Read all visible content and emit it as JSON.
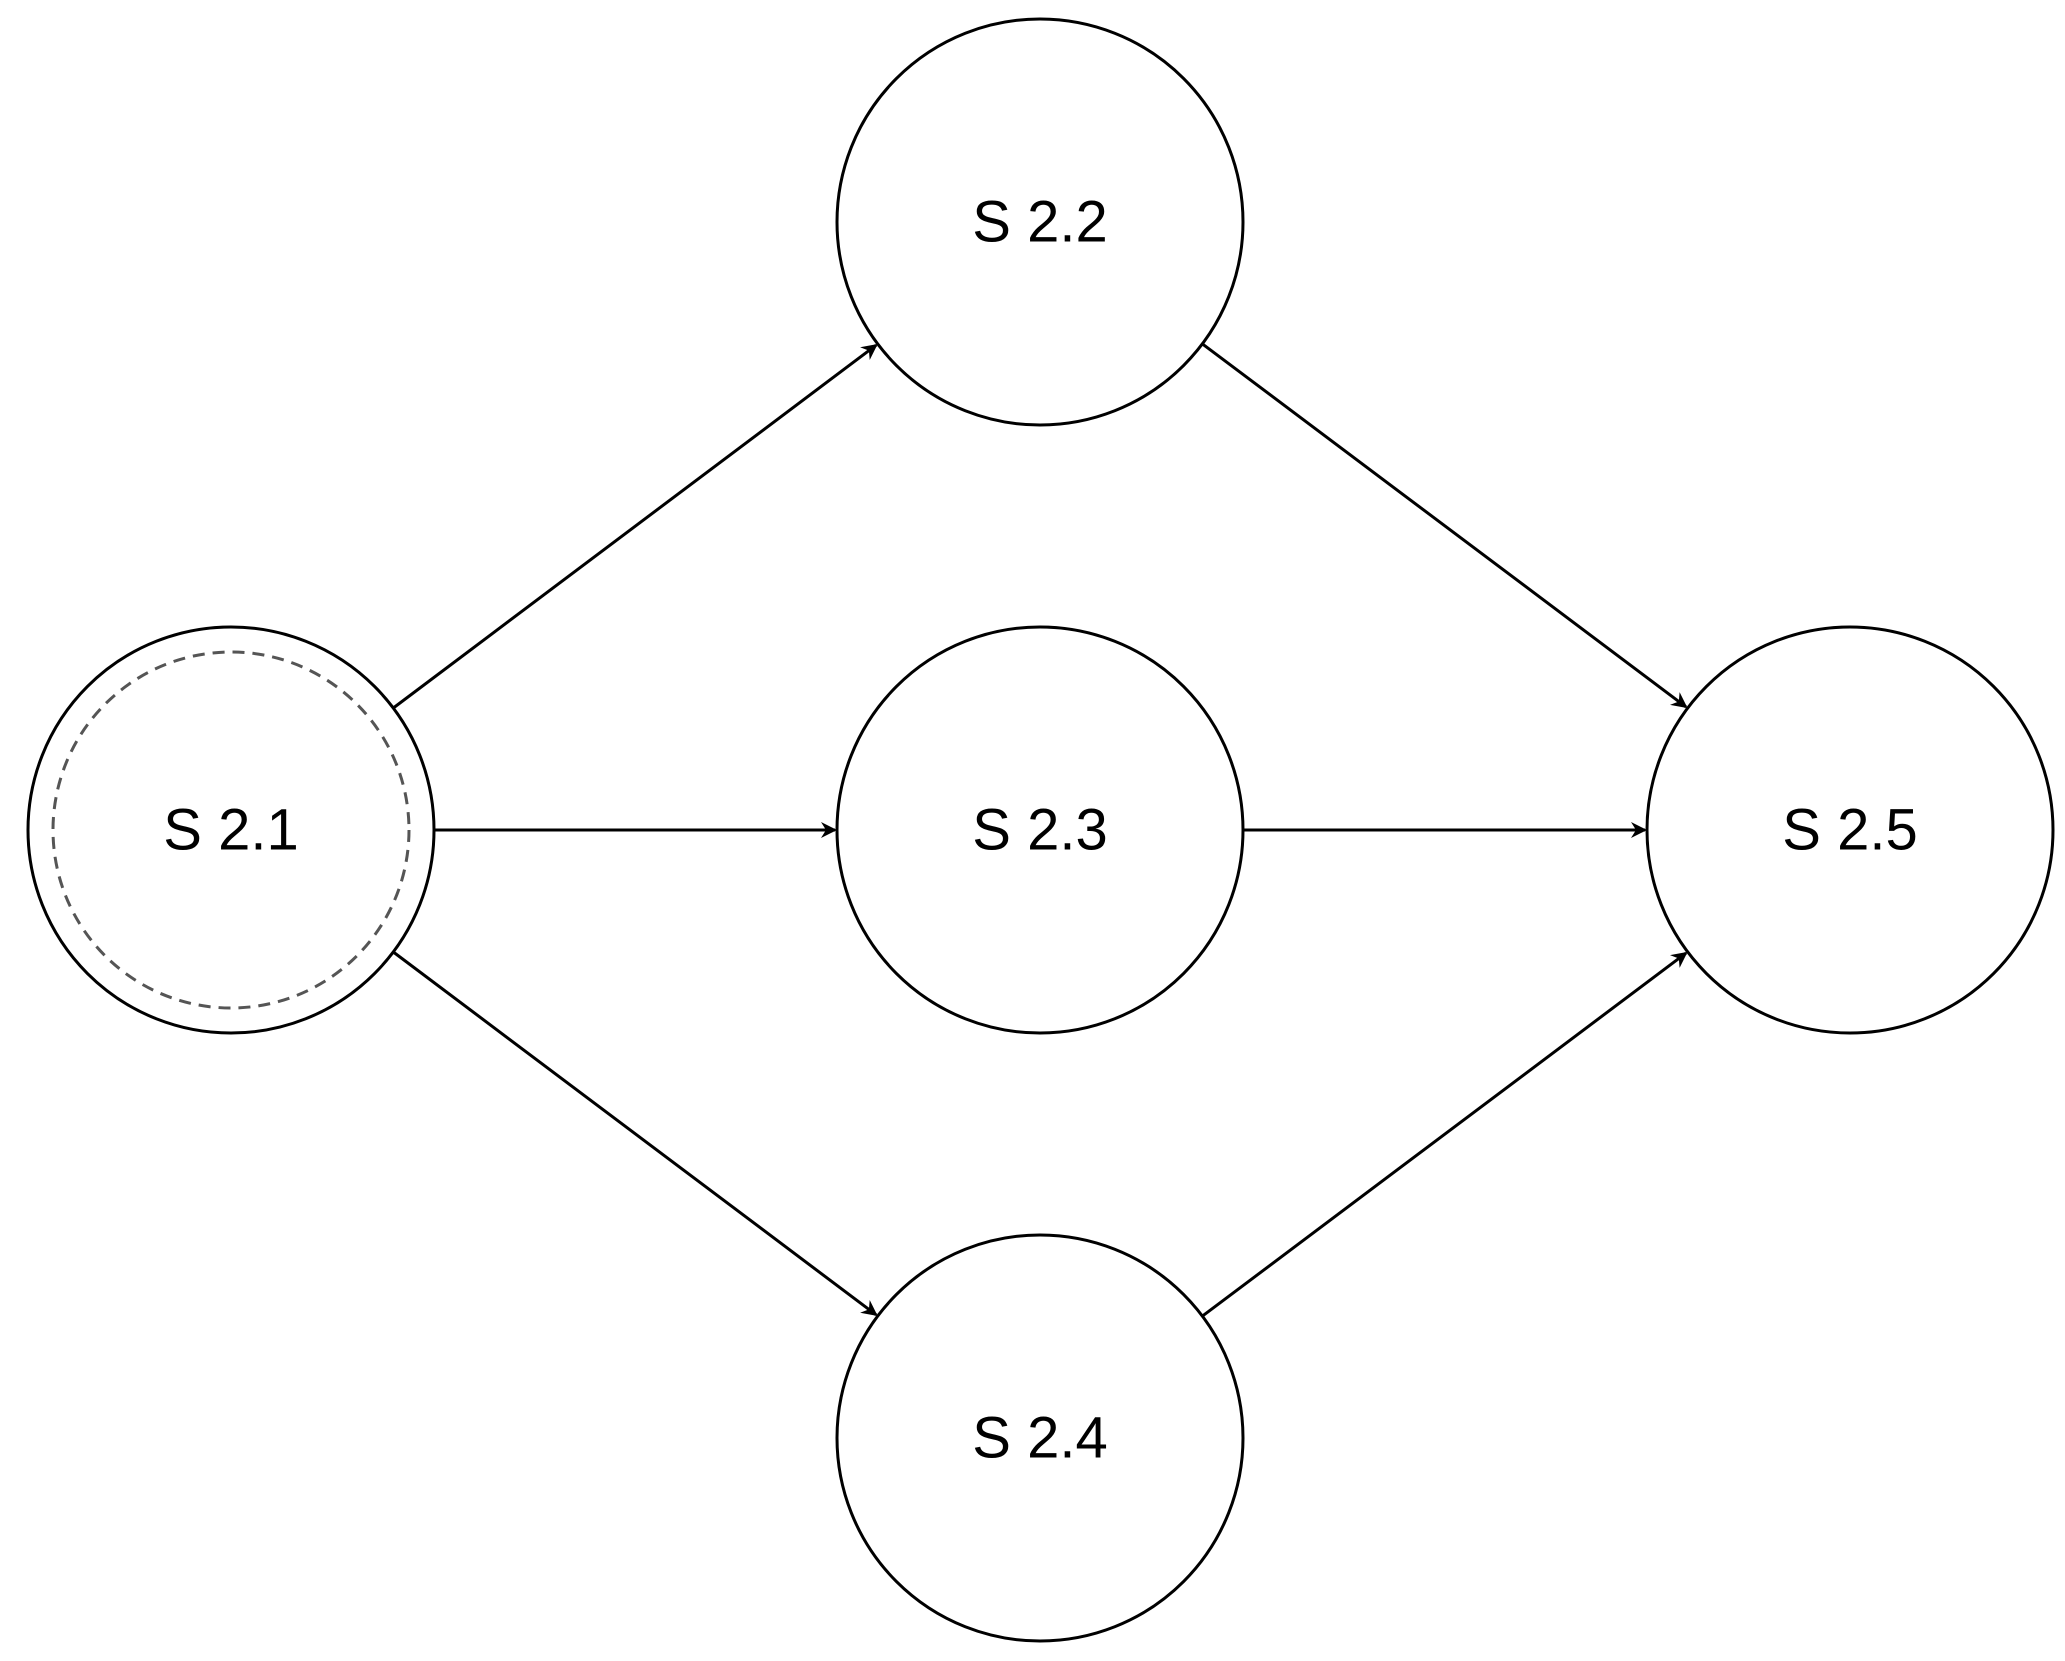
{
  "diagram": {
    "nodes": [
      {
        "id": "s21",
        "label": "S 2.1",
        "style": "double-dashed"
      },
      {
        "id": "s22",
        "label": "S 2.2",
        "style": "plain"
      },
      {
        "id": "s23",
        "label": "S 2.3",
        "style": "plain"
      },
      {
        "id": "s24",
        "label": "S 2.4",
        "style": "plain"
      },
      {
        "id": "s25",
        "label": "S 2.5",
        "style": "plain"
      }
    ],
    "edges": [
      {
        "from": "s21",
        "to": "s22"
      },
      {
        "from": "s21",
        "to": "s23"
      },
      {
        "from": "s21",
        "to": "s24"
      },
      {
        "from": "s22",
        "to": "s25"
      },
      {
        "from": "s23",
        "to": "s25"
      },
      {
        "from": "s24",
        "to": "s25"
      }
    ],
    "colors": {
      "stroke": "#000000",
      "dashed_ring": "#555555",
      "background": "#ffffff"
    }
  }
}
